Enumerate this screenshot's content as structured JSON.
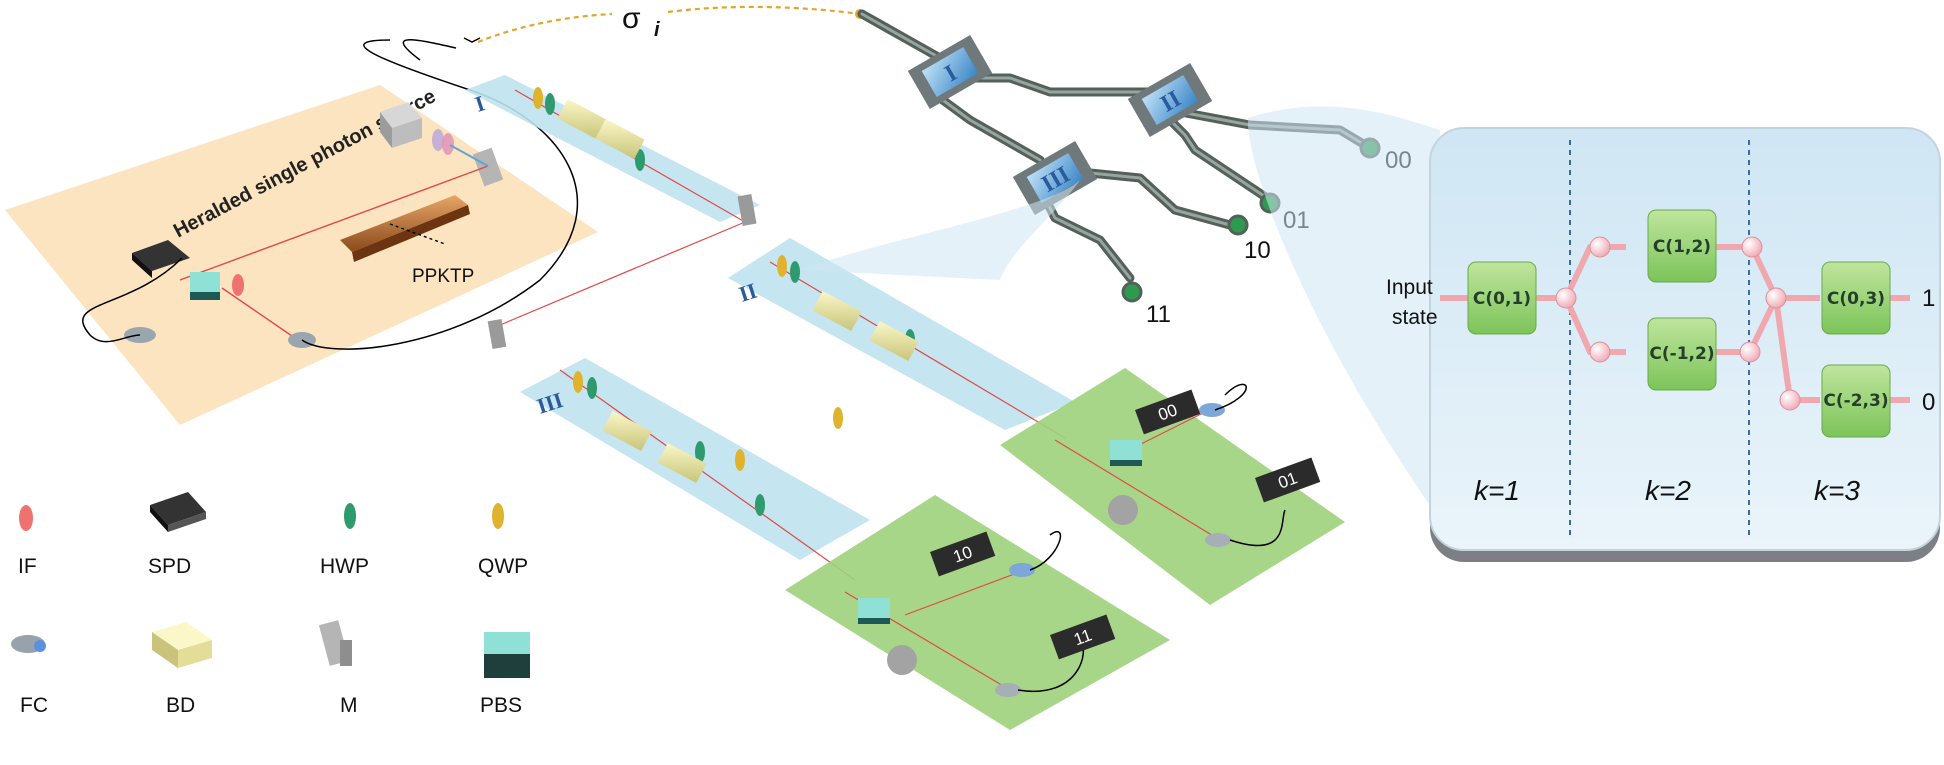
{
  "source": {
    "title": "Heralded single photon source",
    "crystal_label": "PPKTP"
  },
  "sigma": {
    "symbol": "σ",
    "subscript": "i"
  },
  "stages": {
    "first": "I",
    "second": "II",
    "third_a": "III",
    "third_b": "III"
  },
  "detectors": [
    "00",
    "01",
    "10",
    "11"
  ],
  "tree_ports": [
    "00",
    "01",
    "10",
    "11"
  ],
  "walk": {
    "input_label": "Input\nstate",
    "nodes": [
      "C(0,1)",
      "C(1,2)",
      "C(-1,2)",
      "C(0,3)",
      "C(-2,3)"
    ],
    "outputs": [
      "1",
      "0"
    ],
    "steps": [
      "k=1",
      "k=2",
      "k=3"
    ],
    "colors": {
      "path": "#f0a8ae",
      "node": "#9bd27a",
      "panel": "#dcedf7"
    }
  },
  "legend": [
    "IF",
    "SPD",
    "HWP",
    "QWP",
    "FC",
    "BD",
    "M",
    "PBS"
  ]
}
